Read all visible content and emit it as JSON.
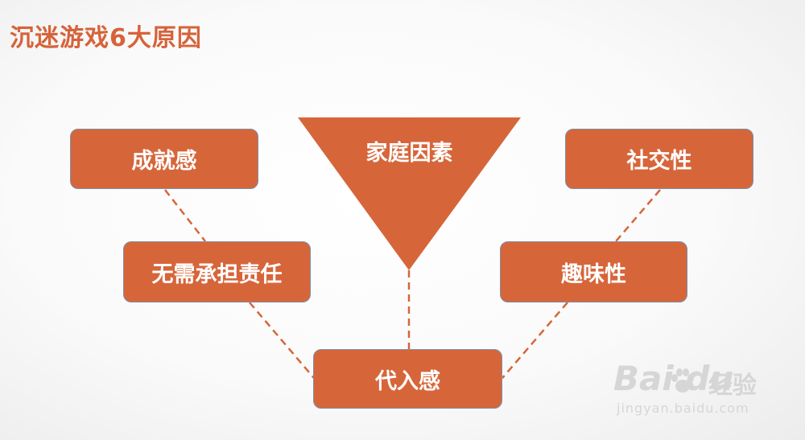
{
  "title": "沉迷游戏6大原因",
  "diagram": {
    "center_triangle": "家庭因素",
    "nodes": {
      "achievement": "成就感",
      "social": "社交性",
      "no_responsibility": "无需承担责任",
      "fun": "趣味性",
      "immersion": "代入感"
    },
    "colors": {
      "fill": "#d6663a",
      "border": "#7f8fa6",
      "connector": "#d6663a",
      "title": "#d6633a"
    }
  },
  "watermark": {
    "brand": "Bai  du",
    "brand_cn": "经验",
    "url": "jingyan.baidu.com"
  }
}
